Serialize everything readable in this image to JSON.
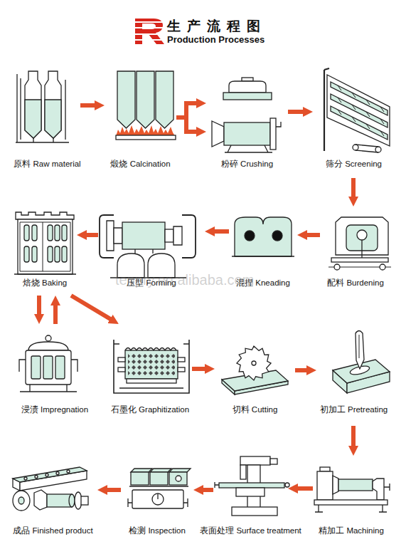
{
  "diagram": {
    "title": "生产流程图",
    "nodes": [
      {
        "text": [
          "原料 Raw material"
        ]
      },
      {
        "text": [
          "煅烧 Calcination"
        ]
      },
      {
        "text": [
          "粉碎 Crushing"
        ]
      },
      {
        "text": [
          "筛分 Screening"
        ]
      },
      {
        "text": [
          "焙烧 Baking"
        ]
      },
      {
        "text": [
          "压型 Forming"
        ]
      },
      {
        "text": [
          "混捏 Kneading"
        ]
      },
      {
        "text": [
          "配料 Burdening"
        ]
      },
      {
        "text": [
          "浸渍 Impregnation"
        ]
      },
      {
        "text": [
          "石墨化 Graphitization"
        ]
      },
      {
        "text": [
          "切料 Cutting"
        ]
      },
      {
        "text": [
          "初加工 Pretreating"
        ]
      },
      {
        "text": [
          "成品 Finished product"
        ]
      },
      {
        "text": [
          "检测 Inspection"
        ]
      },
      {
        "text": [
          "表面处理 Surface treatment"
        ]
      },
      {
        "text": [
          "精加工 Machining"
        ]
      }
    ],
    "edges": [
      {
        "from": 0,
        "to": 1,
        "arrow": "to"
      },
      {
        "from": 1,
        "to": 2,
        "arrow": "to"
      },
      {
        "from": 2,
        "to": 3,
        "arrow": "to"
      },
      {
        "from": 3,
        "to": 7,
        "arrow": "to"
      },
      {
        "from": 7,
        "to": 6,
        "arrow": "to"
      },
      {
        "from": 6,
        "to": 5,
        "arrow": "to"
      },
      {
        "from": 5,
        "to": 4,
        "arrow": "to"
      },
      {
        "from": 4,
        "to": 8,
        "arrow": "to"
      },
      {
        "from": 8,
        "to": 4,
        "arrow": "to"
      },
      {
        "from": 4,
        "to": 9,
        "arrow": "to"
      },
      {
        "from": 9,
        "to": 10,
        "arrow": "to"
      },
      {
        "from": 10,
        "to": 11,
        "arrow": "to"
      },
      {
        "from": 11,
        "to": 15,
        "arrow": "to"
      },
      {
        "from": 15,
        "to": 14,
        "arrow": "to"
      },
      {
        "from": 14,
        "to": 13,
        "arrow": "to"
      },
      {
        "from": 13,
        "to": 12,
        "arrow": "to"
      }
    ],
    "labels": [
      "Production Processes",
      "tenpry.en.alibaba.com"
    ]
  }
}
